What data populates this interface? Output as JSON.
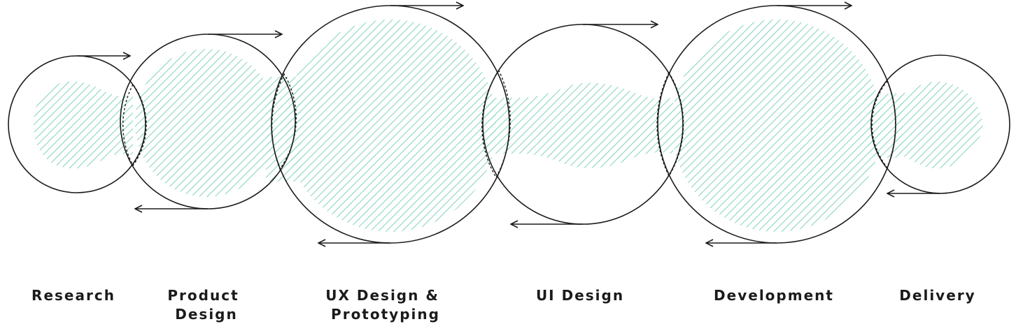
{
  "diagram": {
    "stages": [
      {
        "id": "research",
        "label_lines": [
          "Research"
        ]
      },
      {
        "id": "product",
        "label_lines": [
          "Product",
          "Design"
        ]
      },
      {
        "id": "ux",
        "label_lines": [
          "UX Design &",
          "Prototyping"
        ]
      },
      {
        "id": "ui",
        "label_lines": [
          "UI Design"
        ]
      },
      {
        "id": "development",
        "label_lines": [
          "Development"
        ]
      },
      {
        "id": "delivery",
        "label_lines": [
          "Delivery"
        ]
      }
    ],
    "colors": {
      "stroke": "#1b1b1b",
      "hatch": "#7fd3bd",
      "label": "#1b1b1b"
    }
  }
}
